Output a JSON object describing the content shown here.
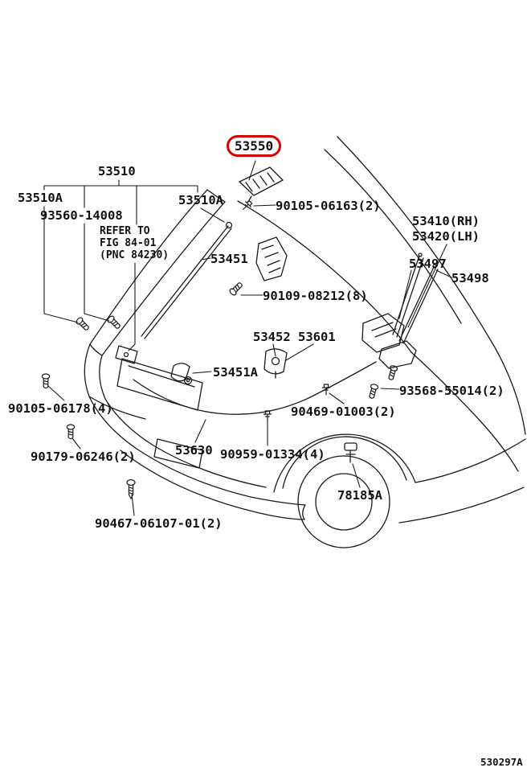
{
  "diagram": {
    "highlight_color": "#d40000",
    "line_color": "#1a1a1a",
    "figure_code": "530297A",
    "note": {
      "line1": "REFER TO",
      "line2": "FIG 84-01",
      "line3": "(PNC 84230)"
    },
    "parts": {
      "p53550": {
        "label": "53550",
        "highlighted": true
      },
      "p53510": {
        "label": "53510"
      },
      "p53510a_l": {
        "label": "53510A"
      },
      "p93560_14008": {
        "label": "93560-14008"
      },
      "p53510a_r": {
        "label": "53510A"
      },
      "p90105_06163": {
        "label": "90105-06163(2)"
      },
      "p53410": {
        "label": "53410(RH)"
      },
      "p53420": {
        "label": "53420(LH)"
      },
      "p53451": {
        "label": "53451"
      },
      "p53497": {
        "label": "53497"
      },
      "p53498": {
        "label": "53498"
      },
      "p90109_08212": {
        "label": "90109-08212(8)"
      },
      "p53452": {
        "label": "53452"
      },
      "p53601": {
        "label": "53601"
      },
      "p53451a": {
        "label": "53451A"
      },
      "p93568_55014": {
        "label": "93568-55014(2)"
      },
      "p90105_06178": {
        "label": "90105-06178(4)"
      },
      "p90469_01003": {
        "label": "90469-01003(2)"
      },
      "p53630": {
        "label": "53630"
      },
      "p90959_01334": {
        "label": "90959-01334(4)"
      },
      "p90179_06246": {
        "label": "90179-06246(2)"
      },
      "p78185a": {
        "label": "78185A"
      },
      "p90467_06107": {
        "label": "90467-06107-01(2)"
      }
    }
  }
}
